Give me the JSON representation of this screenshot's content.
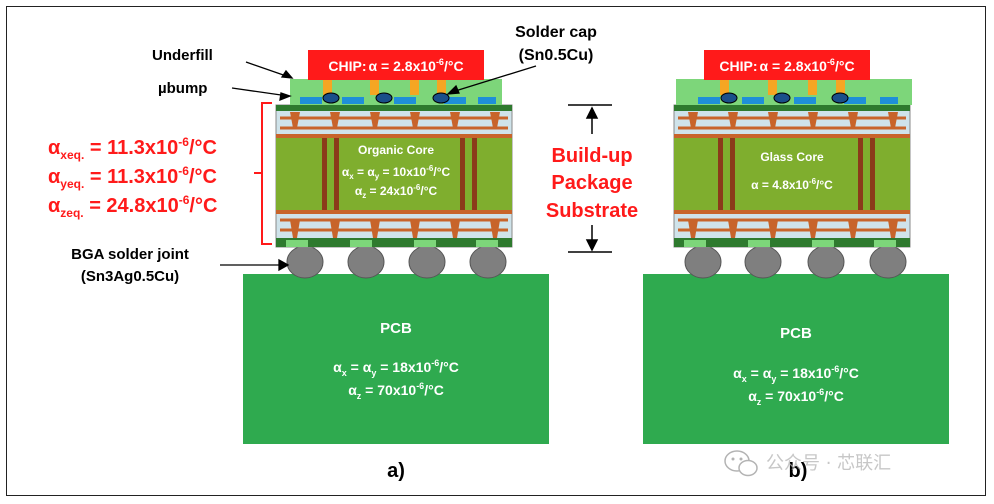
{
  "colors": {
    "pcb": "#2faa4f",
    "core_green": "#7fae2e",
    "buildup_blue": "#cfe3ea",
    "copper": "#c8642a",
    "chip_red": "#ff1a1a",
    "underfill": "#7dd67a",
    "solder": "#7f7f7f",
    "red_text": "#ff1a1a"
  },
  "diagram_a": {
    "chip_label": "CHIP:",
    "chip_alpha": "α = 2.8x10",
    "chip_exp": "-6",
    "chip_unit": "/°C",
    "core_title": "Organic Core",
    "core_line1_a": "α",
    "core_line1_b": "x",
    "core_line1_c": " = α",
    "core_line1_d": "y",
    "core_line1_e": " = 10x10",
    "core_line1_exp": "-6",
    "core_line1_unit": "/°C",
    "core_line2_a": "α",
    "core_line2_b": "z",
    "core_line2_c": " = 24x10",
    "core_line2_exp": "-6",
    "core_line2_unit": "/°C",
    "pcb_title": "PCB",
    "pcb_line1_a": "α",
    "pcb_line1_b": "x",
    "pcb_line1_c": " = α",
    "pcb_line1_d": "y",
    "pcb_line1_e": " = 18x10",
    "pcb_line1_exp": "-6",
    "pcb_line1_unit": "/°C",
    "pcb_line2_a": "α",
    "pcb_line2_b": "z",
    "pcb_line2_c": " = 70x10",
    "pcb_line2_exp": "-6",
    "pcb_line2_unit": "/°C",
    "caption": "a)"
  },
  "diagram_b": {
    "chip_label": "CHIP:",
    "chip_alpha": "α = 2.8x10",
    "chip_exp": "-6",
    "chip_unit": "/°C",
    "core_title": "Glass Core",
    "core_line1_a": "α = 4.8x10",
    "core_line1_exp": "-6",
    "core_line1_unit": "/°C",
    "pcb_title": "PCB",
    "pcb_line1_a": "α",
    "pcb_line1_b": "x",
    "pcb_line1_c": " = α",
    "pcb_line1_d": "y",
    "pcb_line1_e": " = 18x10",
    "pcb_line1_exp": "-6",
    "pcb_line1_unit": "/°C",
    "pcb_line2_a": "α",
    "pcb_line2_b": "z",
    "pcb_line2_c": " = 70x10",
    "pcb_line2_exp": "-6",
    "pcb_line2_unit": "/°C",
    "caption": "b)"
  },
  "labels": {
    "underfill": "Underfill",
    "ubump": "µbump",
    "solder_cap_1": "Solder cap",
    "solder_cap_2": "(Sn0.5Cu)",
    "bga_1": "BGA solder joint",
    "bga_2": "(Sn3Ag0.5Cu)",
    "buildup_1": "Build-up",
    "buildup_2": "Package",
    "buildup_3": "Substrate"
  },
  "equivalents": {
    "alpha": "α",
    "x_sub": "xeq.",
    "x_val": " = 11.3x10",
    "y_sub": "yeq.",
    "y_val": " = 11.3x10",
    "z_sub": "zeq.",
    "z_val": " = 24.8x10",
    "exp": "-6",
    "unit": "/°C"
  },
  "watermark": "公众号 · 芯联汇"
}
